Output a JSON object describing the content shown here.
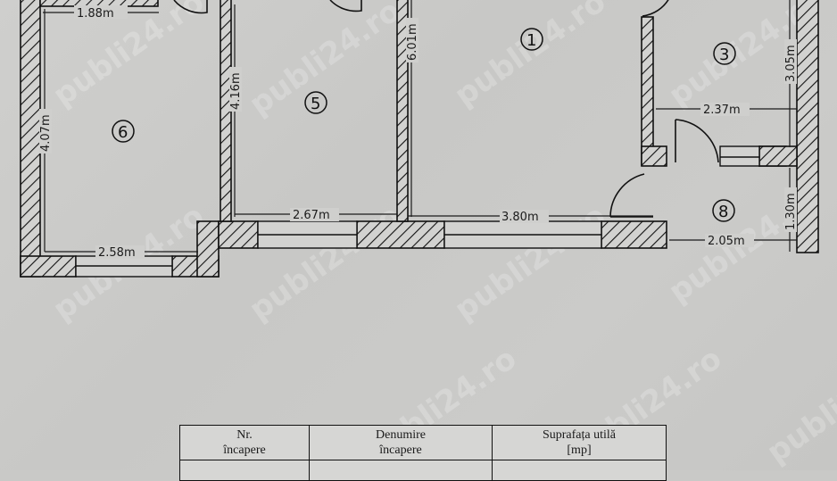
{
  "plan": {
    "rooms": [
      {
        "id": "1",
        "label": "1"
      },
      {
        "id": "3",
        "label": "3"
      },
      {
        "id": "5",
        "label": "5"
      },
      {
        "id": "6",
        "label": "6"
      },
      {
        "id": "8",
        "label": "8"
      }
    ],
    "dimensions": {
      "room6_width_top": "1.88m",
      "room6_height": "4.07m",
      "room6_width_bottom": "2.58m",
      "room5_height": "4.16m",
      "room5_width": "2.67m",
      "room1_height": "6.01m",
      "room1_width": "3.80m",
      "room3_height": "3.05m",
      "room3_width": "2.37m",
      "room8_height": "1.30m",
      "room8_width": "2.05m"
    },
    "watermark": "publi24.ro"
  },
  "table": {
    "headers": [
      {
        "line1": "Nr.",
        "line2": "încapere"
      },
      {
        "line1": "Denumire",
        "line2": "încapere"
      },
      {
        "line1": "Suprafața utilă",
        "line2": "[mp]"
      }
    ]
  },
  "colors": {
    "paper": "#cbcbc9",
    "ink": "#111111"
  }
}
